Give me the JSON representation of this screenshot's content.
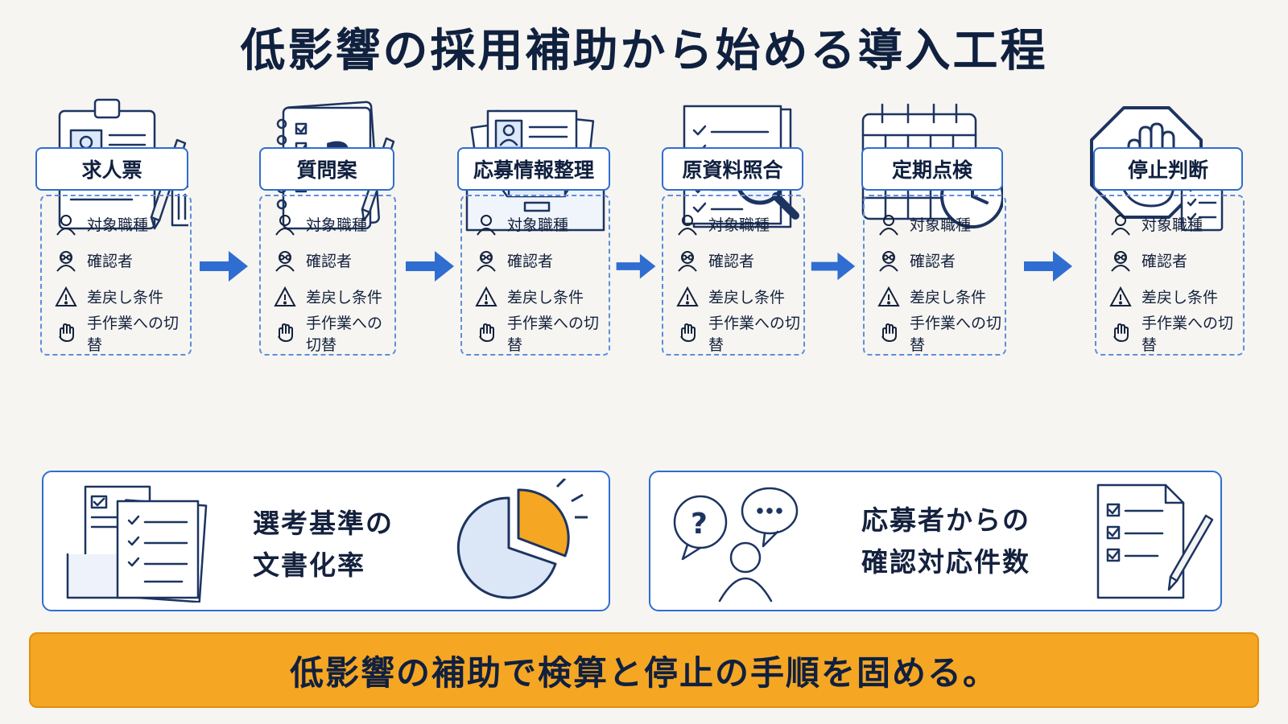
{
  "title": "低影響の採用補助から始める導入工程",
  "steps": [
    {
      "label": "求人票",
      "icon": "clipboard-resume-icon"
    },
    {
      "label": "質問案",
      "icon": "question-notebook-icon"
    },
    {
      "label": "応募情報整理",
      "icon": "file-tray-icon"
    },
    {
      "label": "原資料照合",
      "icon": "document-magnifier-icon"
    },
    {
      "label": "定期点検",
      "icon": "calendar-clock-icon"
    },
    {
      "label": "停止判断",
      "icon": "stop-hand-icon"
    }
  ],
  "checklist": [
    {
      "label": "対象職種",
      "icon": "person-icon"
    },
    {
      "label": "確認者",
      "icon": "reviewer-icon"
    },
    {
      "label": "差戻し条件",
      "icon": "warning-icon"
    },
    {
      "label": "手作業への切替",
      "icon": "hand-icon"
    }
  ],
  "metrics": [
    {
      "line1": "選考基準の",
      "line2": "文書化率",
      "icon": "pie-chart-icon"
    },
    {
      "line1": "応募者からの",
      "line2": "確認対応件数",
      "icon": "inquiry-person-icon"
    }
  ],
  "footer": "低影響の補助で検算と停止の手順を固める。",
  "colors": {
    "accent": "#2f6dd0",
    "navy": "#14213d",
    "orange": "#f5a623"
  }
}
